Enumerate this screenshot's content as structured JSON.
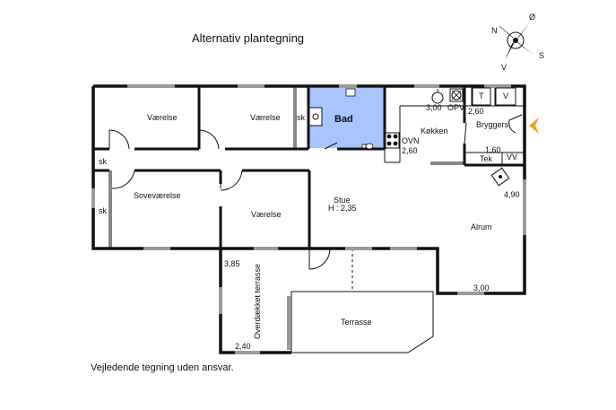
{
  "title": "Alternativ plantegning",
  "disclaimer": "Vejledende tegning uden ansvar.",
  "compass": {
    "n": "N",
    "s": "S",
    "v": "V",
    "o": "Ø"
  },
  "rooms": {
    "vaerelse_1": "Værelse",
    "vaerelse_2": "Værelse",
    "bad": "Bad",
    "koekken": "Køkken",
    "bryggers": "Bryggers",
    "sovevaerelse": "Soveværelse",
    "vaerelse_3": "Værelse",
    "stue": "Stue",
    "stue_height": "H : 2,35",
    "alrum": "Alrum",
    "terrasse": "Terrasse",
    "overdaekket_terrasse": "Overdækket terrasse"
  },
  "fixtures": {
    "sk_1": "sk",
    "sk_2": "sk",
    "sk_3": "sk",
    "ovn": "OVN",
    "opv": "OPV",
    "tek": "Tek",
    "vv": "VV",
    "t": "T",
    "v": "V"
  },
  "dimensions": {
    "d_3_00_kitchen": "3,00",
    "d_2_60_bryggers": "2,60",
    "d_2_60_ovn": "2,60",
    "d_1_60": "1,60",
    "d_4_90": "4,90",
    "d_3_00_alrum": "3,00",
    "d_3_85": "3,85",
    "d_2_40": "2,40"
  },
  "colors": {
    "wall": "#111111",
    "window": "#9a9a9a",
    "bathroom_fill": "#a9c4ff",
    "entrance_arrow": "#f0a020"
  }
}
